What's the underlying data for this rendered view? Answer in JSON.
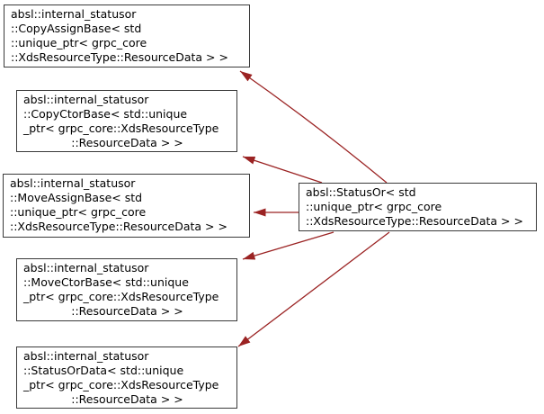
{
  "colors": {
    "edge": "#9b2323",
    "node_border": "#3a3a3a",
    "node_fill": "#ffffff",
    "text": "#000000",
    "background": "#ffffff"
  },
  "nodes": {
    "copy_assign": {
      "lines": [
        "absl::internal_statusor",
        "::CopyAssignBase< std",
        "::unique_ptr< grpc_core",
        "::XdsResourceType::ResourceData > >"
      ]
    },
    "copy_ctor": {
      "lines": [
        "absl::internal_statusor",
        "::CopyCtorBase< std::unique",
        "_ptr< grpc_core::XdsResourceType",
        "::ResourceData > >"
      ]
    },
    "move_assign": {
      "lines": [
        "absl::internal_statusor",
        "::MoveAssignBase< std",
        "::unique_ptr< grpc_core",
        "::XdsResourceType::ResourceData > >"
      ]
    },
    "move_ctor": {
      "lines": [
        "absl::internal_statusor",
        "::MoveCtorBase< std::unique",
        "_ptr< grpc_core::XdsResourceType",
        "::ResourceData > >"
      ]
    },
    "status_or_data": {
      "lines": [
        "absl::internal_statusor",
        "::StatusOrData< std::unique",
        "_ptr< grpc_core::XdsResourceType",
        "::ResourceData > >"
      ]
    },
    "status_or": {
      "lines": [
        "absl::StatusOr< std",
        "::unique_ptr< grpc_core",
        "::XdsResourceType::ResourceData > >"
      ]
    }
  },
  "edges": [
    {
      "from": "status_or",
      "to": "copy_assign",
      "style": "solid"
    },
    {
      "from": "status_or",
      "to": "copy_ctor",
      "style": "solid"
    },
    {
      "from": "status_or",
      "to": "move_assign",
      "style": "solid"
    },
    {
      "from": "status_or",
      "to": "move_ctor",
      "style": "solid"
    },
    {
      "from": "status_or",
      "to": "status_or_data",
      "style": "solid"
    }
  ]
}
